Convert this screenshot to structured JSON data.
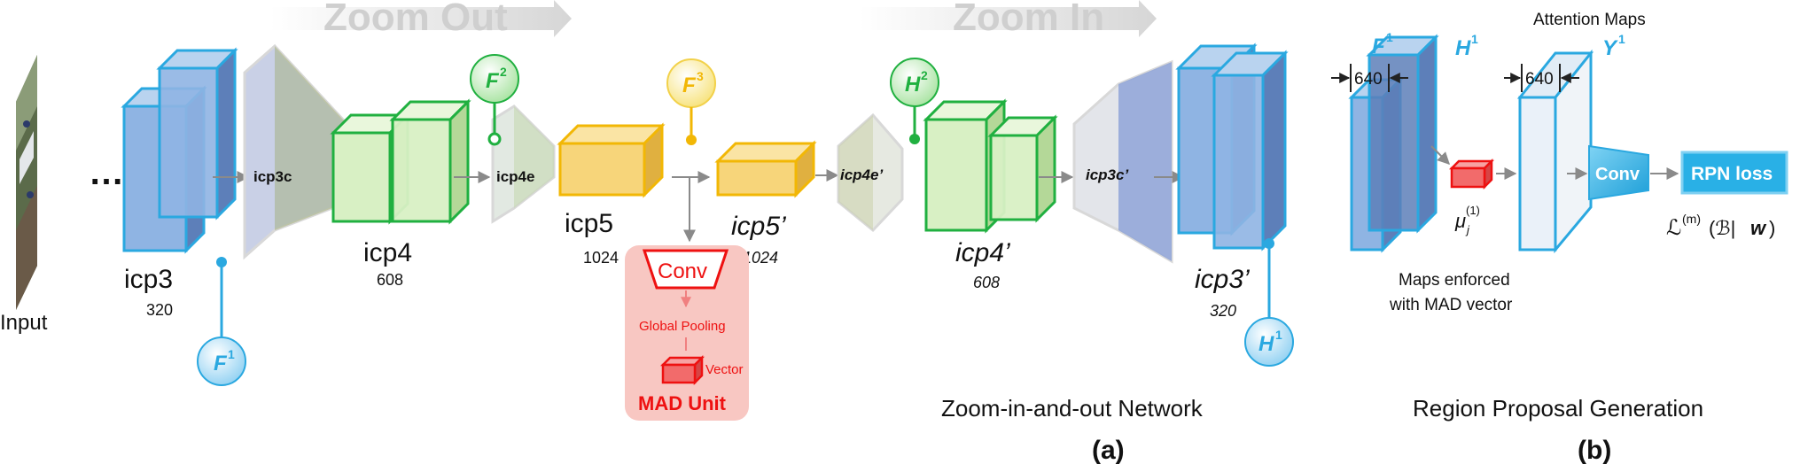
{
  "banner": {
    "zoom_out": "Zoom Out",
    "zoom_in": "Zoom In"
  },
  "input_label": "Input",
  "layers": {
    "icp3": {
      "name": "icp3",
      "size": "320"
    },
    "icp3c": "icp3c",
    "icp4": {
      "name": "icp4",
      "size": "608"
    },
    "icp4e": "icp4e",
    "icp5": {
      "name": "icp5",
      "size": "1024"
    },
    "icp5p": {
      "name": "icp5’",
      "size": "1024"
    },
    "icp4ep": "icp4e’",
    "icp4p": {
      "name": "icp4’",
      "size": "608"
    },
    "icp3cp": "icp3c’",
    "icp3p": {
      "name": "icp3’",
      "size": "320"
    }
  },
  "features": {
    "f1": {
      "base": "F",
      "sup": "1"
    },
    "f2": {
      "base": "F",
      "sup": "2"
    },
    "f3": {
      "base": "F",
      "sup": "3"
    },
    "h1": {
      "base": "H",
      "sup": "1"
    },
    "h2": {
      "base": "H",
      "sup": "2"
    }
  },
  "mad": {
    "conv": "Conv",
    "pooling": "Global Pooling",
    "vector": "Vector",
    "title": "MAD Unit"
  },
  "section_a": {
    "title": "Zoom-in-and-out Network",
    "label": "(a)"
  },
  "section_b": {
    "attention_maps": "Attention Maps",
    "f1": {
      "base": "F",
      "sup": "1"
    },
    "h1": {
      "base": "H",
      "sup": "1"
    },
    "y1": {
      "base": "Y",
      "sup": "1"
    },
    "width_left": "640",
    "width_right": "640",
    "mu": {
      "base": "μ",
      "sub": "j",
      "sup": "(1)"
    },
    "maps_line1": "Maps enforced",
    "maps_line2": "with MAD vector",
    "conv": "Conv",
    "rpn": "RPN loss",
    "loss": {
      "head": "ℒ",
      "sup": "(m)",
      "args": "(ℬ|",
      "w": "w",
      "close": ")"
    },
    "title": "Region Proposal Generation",
    "label": "(b)"
  },
  "colors": {
    "blue_fill": "#8fb4e3",
    "blue_dark": "#5d7fb9",
    "blue_edge": "#2aa8e0",
    "green_fill": "#d8f0c4",
    "green_edge": "#20b040",
    "yellow_fill": "#f7d57a",
    "yellow_edge": "#f2b705",
    "gray_fill": "#c9d0e6",
    "gray_edge": "#d8d8d8",
    "red": "#ee1111",
    "mad_bg": "#f8c7c2"
  }
}
